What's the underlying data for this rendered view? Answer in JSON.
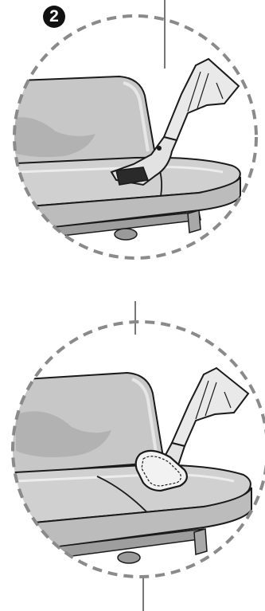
{
  "step": {
    "number": "2"
  },
  "colors": {
    "ink": "#1a1a1a",
    "seat_fill": "#c7c7c7",
    "seat_shadow": "#aeaeae",
    "seat_highlight": "#e6e6e6",
    "tool_fill": "#e9e9e9",
    "dash": "#8a8a8a"
  },
  "panels": [
    {
      "name": "panel-top",
      "attachment": "crevice-tool"
    },
    {
      "name": "panel-bottom",
      "attachment": "upholstery-brush-tool"
    }
  ]
}
